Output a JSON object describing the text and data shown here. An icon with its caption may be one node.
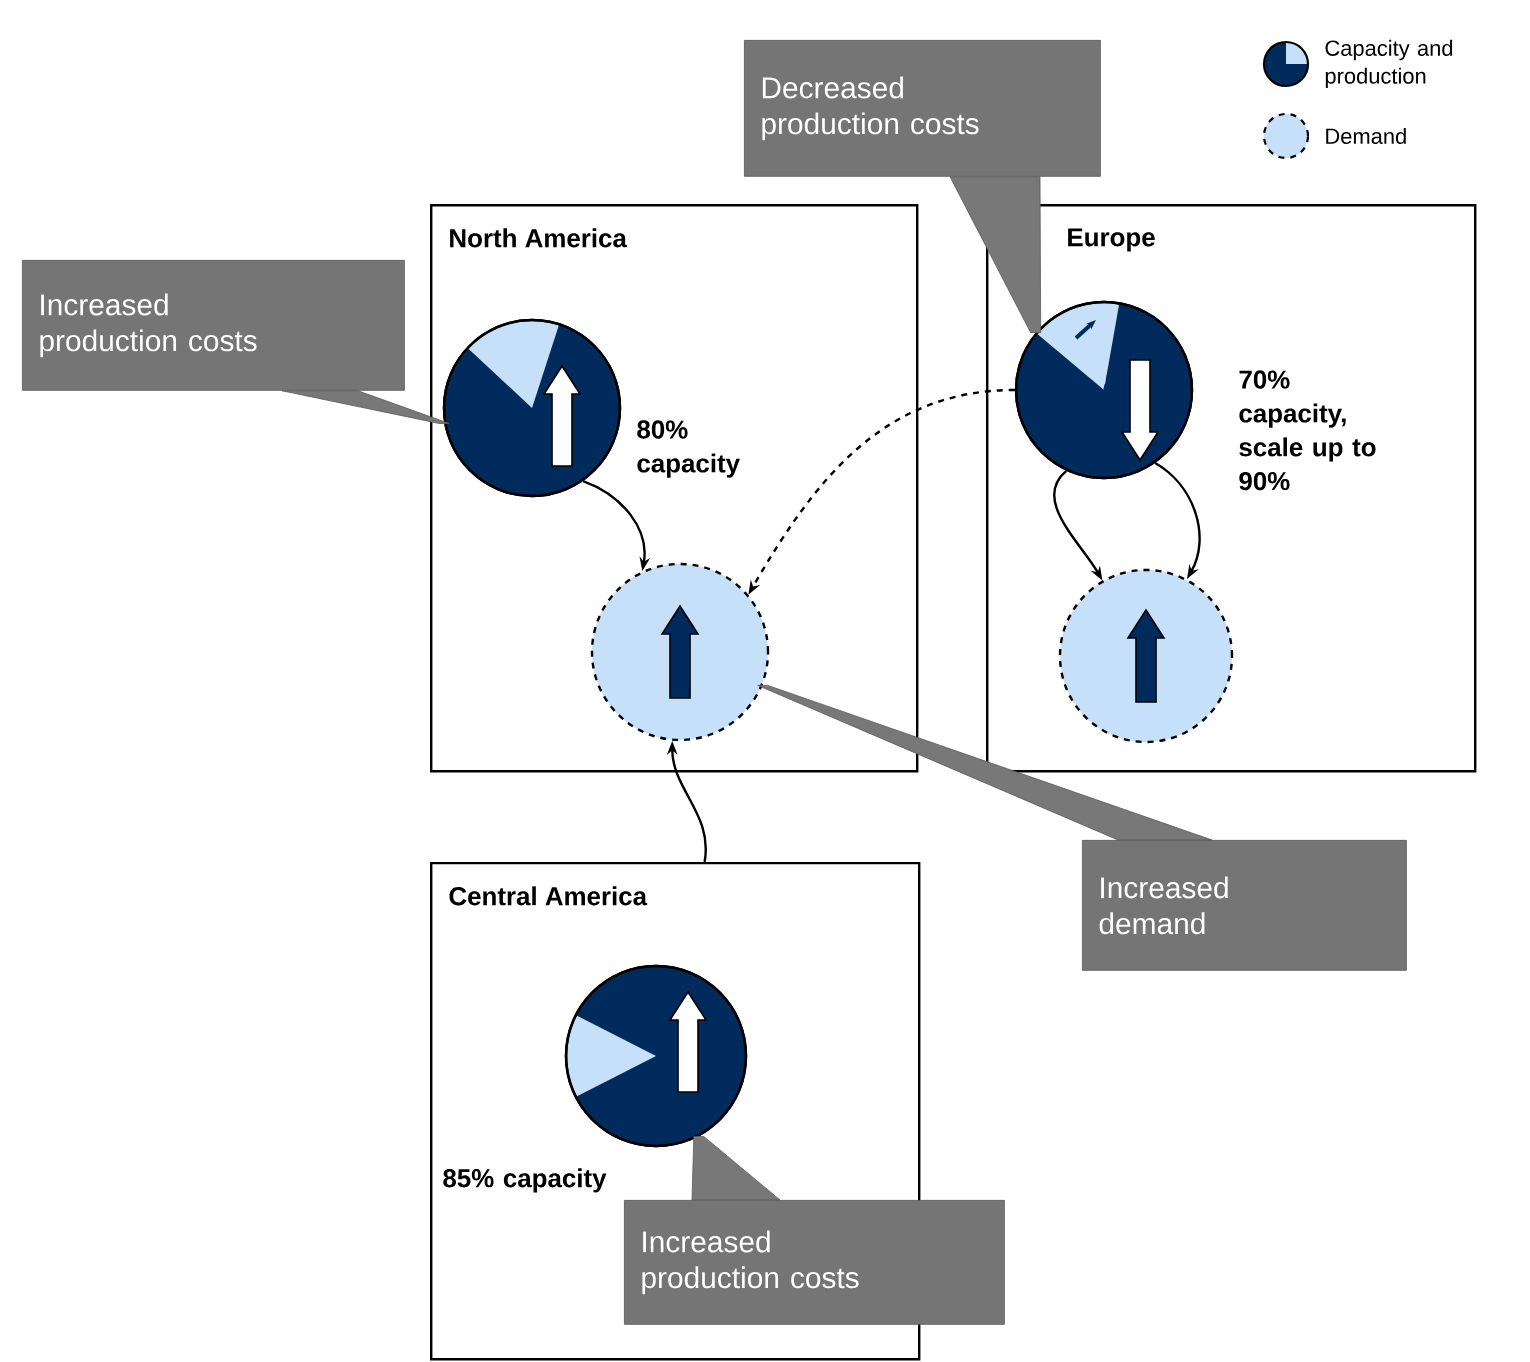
{
  "diagram": {
    "nodes": [
      {
        "text": [
          "North America"
        ]
      },
      {
        "text": [],
        "shape": "circle",
        "in": 0,
        "beside": [
          "80% capacity"
        ]
      },
      {
        "text": [],
        "shape": "circle",
        "in": 0
      },
      {
        "text": [
          "Europe"
        ]
      },
      {
        "text": [],
        "shape": "circle",
        "in": 3,
        "beside": [
          "70% capacity, scale up to 90%"
        ]
      },
      {
        "text": [],
        "shape": "circle",
        "in": 3
      },
      {
        "text": [
          "Central America"
        ]
      },
      {
        "text": [],
        "shape": "circle",
        "in": 6
      },
      {
        "text": [
          "Increased production costs"
        ]
      },
      {
        "text": [
          "Decreased production costs"
        ]
      },
      {
        "text": [
          "Increased demand"
        ]
      },
      {
        "text": [
          "Increased production costs"
        ]
      }
    ],
    "edges": [
      {
        "from": 1,
        "to": 2,
        "arrow": "to"
      },
      {
        "from": 4,
        "to": 2,
        "arrow": "to",
        "style": "dashed"
      },
      {
        "from": 4,
        "to": 5,
        "arrow": "to"
      },
      {
        "from": 4,
        "to": 5,
        "arrow": "to"
      },
      {
        "from": 6,
        "to": 2,
        "arrow": "to"
      },
      {
        "from": 8,
        "to": 1,
        "arrow": "none"
      },
      {
        "from": 9,
        "to": 4,
        "arrow": "none"
      },
      {
        "from": 10,
        "to": 2,
        "arrow": "none"
      },
      {
        "from": 11,
        "to": 7,
        "arrow": "none"
      }
    ],
    "labels": [
      "85% capacity"
    ],
    "legend": [
      {
        "text": "Capacity and production"
      },
      {
        "text": "Demand"
      }
    ]
  }
}
